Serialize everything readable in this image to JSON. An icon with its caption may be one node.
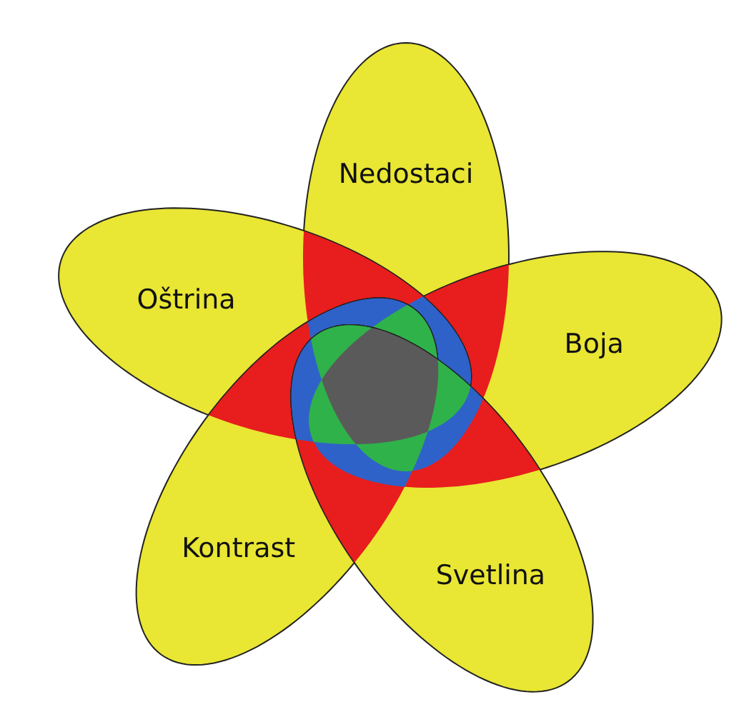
{
  "diagram": {
    "nodes": [
      {
        "text": [
          "Nedostaci"
        ]
      },
      {
        "text": [
          "Boja"
        ]
      },
      {
        "text": [
          "Oštrina"
        ]
      },
      {
        "text": [
          "Kontrast"
        ]
      },
      {
        "text": [
          "Svetlina"
        ]
      }
    ]
  }
}
